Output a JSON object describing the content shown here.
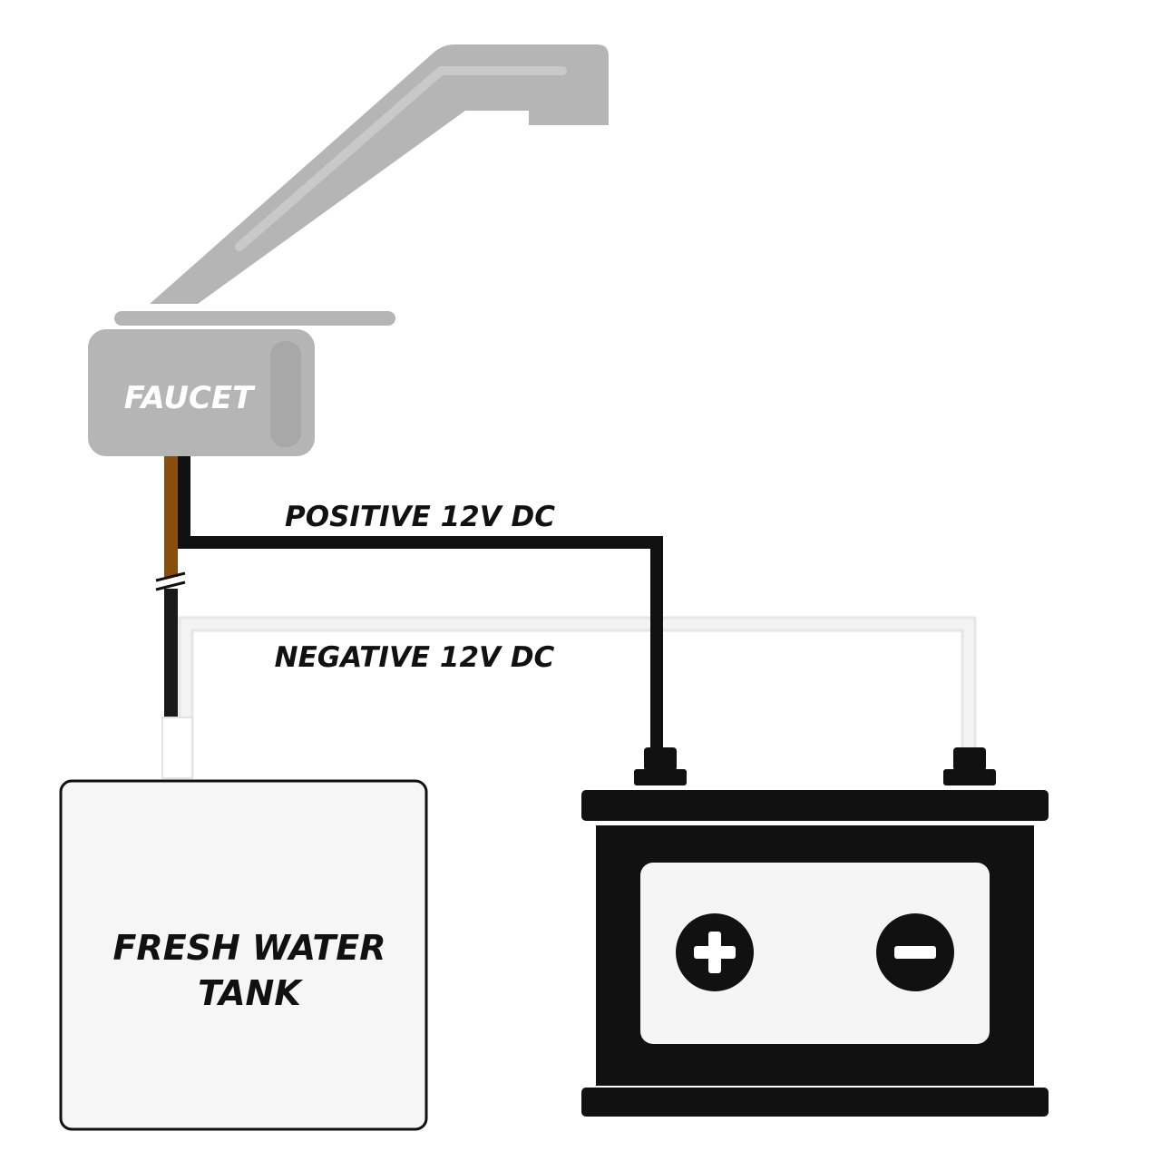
{
  "faucet": {
    "label": "FAUCET"
  },
  "tank": {
    "label_line1": "FRESH WATER",
    "label_line2": "TANK"
  },
  "wires": {
    "positive_label": "POSITIVE 12V DC",
    "negative_label": "NEGATIVE 12V DC"
  },
  "colors": {
    "faucet_gray": "#b4b4b4",
    "faucet_highlight": "#c8c8c8",
    "positive_wire": "#111111",
    "negative_wire": "#eeeeee",
    "brown_wire": "#8a4e0c",
    "tank_fill": "#f6f6f6",
    "battery_black": "#111111"
  },
  "icons": {
    "battery": "battery-icon",
    "plus_terminal": "plus-icon",
    "minus_terminal": "minus-icon",
    "wire_break": "wire-break-icon"
  }
}
